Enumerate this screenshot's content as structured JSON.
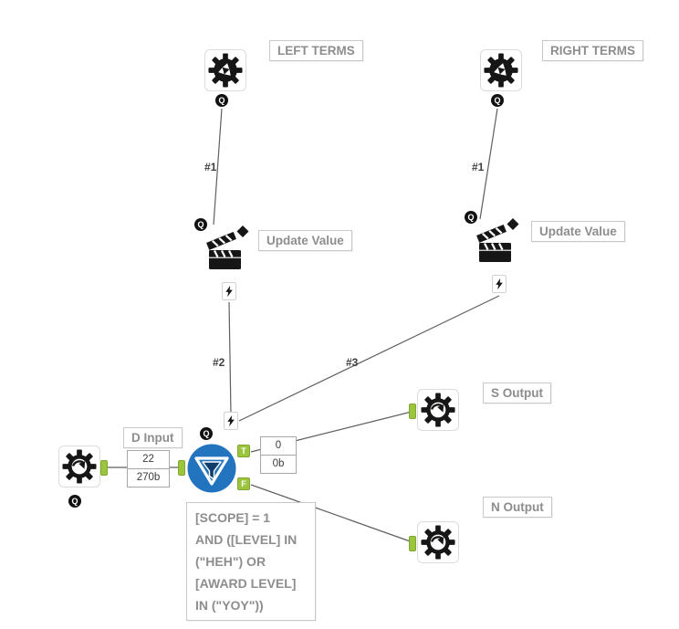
{
  "canvas": {
    "background": "#ffffff"
  },
  "colors": {
    "wire": "#5f5f5f",
    "label_text": "#8d8d8d",
    "label_border": "#c8c8c8",
    "anchor_green": "#9BC53D",
    "filter_blue": "#2374BE",
    "icon_black": "#161616"
  },
  "anchors": {
    "question": "Q",
    "true": "T",
    "false": "F"
  },
  "icons": {
    "interface_tool": "gear-recycle-icon",
    "macro_io_tool": "gear-arrow-icon",
    "action_tool": "clapperboard-icon",
    "filter_tool": "filter-funnel-icon",
    "action_anchor": "lightning-icon"
  },
  "tools": {
    "left_terms": {
      "label": "LEFT TERMS"
    },
    "right_terms": {
      "label": "RIGHT TERMS"
    },
    "left_update": {
      "label": "Update Value"
    },
    "right_update": {
      "label": "Update Value"
    },
    "macro_input": {
      "label": "D Input",
      "count": "22",
      "size": "270b"
    },
    "filter": {
      "true_count": "0",
      "true_size": "0b",
      "annotation": {
        "line1": "[SCOPE] = 1",
        "line2": "AND ([LEVEL] IN",
        "line3": "(\"HEH\") OR",
        "line4": "[AWARD LEVEL]",
        "line5": "IN (\"YOY\"))"
      }
    },
    "s_output": {
      "label": "S Output"
    },
    "n_output": {
      "label": "N Output"
    }
  },
  "wires": {
    "left_first": "#1",
    "right_first": "#1",
    "second": "#2",
    "third": "#3"
  }
}
